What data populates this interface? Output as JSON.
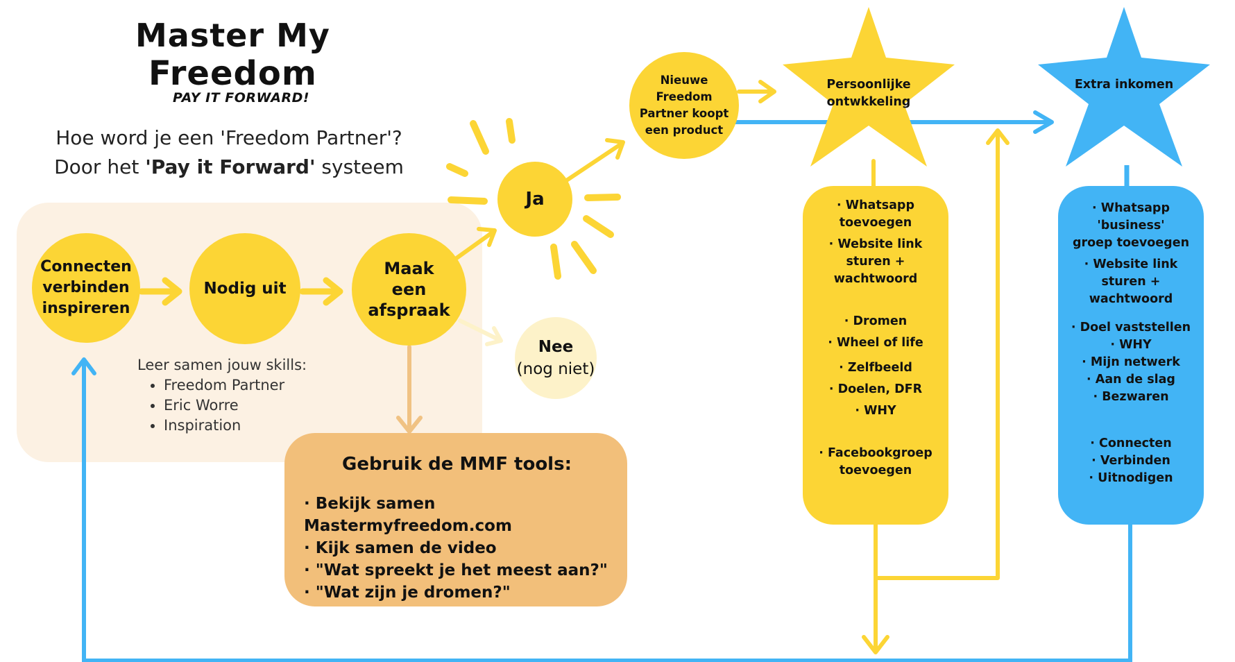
{
  "logo": {
    "line1": "Master My",
    "line2": "Freedom",
    "tagline": "PAY IT FORWARD!"
  },
  "headline": {
    "line1": "Hoe word je een 'Freedom Partner'?",
    "line2_pre": "Door het ",
    "line2_bold": "'Pay it Forward'",
    "line2_post": " systeem"
  },
  "nodes": {
    "connect": [
      "Connecten",
      "verbinden",
      "inspireren"
    ],
    "invite": "Nodig uit",
    "appointment": [
      "Maak",
      "een",
      "afspraak"
    ],
    "yes": "Ja",
    "no": "Nee",
    "no_sub": "(nog niet)",
    "new_partner": [
      "Nieuwe",
      "Freedom",
      "Partner koopt",
      "een product"
    ],
    "personal": [
      "Persoonlijke",
      "ontwkkeling"
    ],
    "extra": "Extra inkomen"
  },
  "skills": {
    "title": "Leer samen jouw skills:",
    "items": [
      "Freedom Partner",
      "Eric Worre",
      "Inspiration"
    ]
  },
  "tools": {
    "title": "Gebruik de MMF tools:",
    "items": [
      "Bekijk samen Mastermyfreedom.com",
      "Kijk samen de video",
      "\"Wat spreekt je het meest aan?\"",
      "\"Wat zijn je dromen?\""
    ]
  },
  "yellow_list": {
    "group1": [
      "Whatsapp",
      "toevoegen"
    ],
    "group2": [
      "Website link",
      "sturen +",
      "wachtwoord"
    ],
    "group3": [
      "Dromen",
      "Wheel of life",
      "Zelfbeeld",
      "Doelen, DFR",
      "WHY"
    ],
    "group4": [
      "Facebookgroep",
      "toevoegen"
    ]
  },
  "blue_list": {
    "group1": [
      "Whatsapp",
      "'business'",
      "groep toevoegen"
    ],
    "group2": [
      "Website link",
      "sturen +",
      "wachtwoord"
    ],
    "group3": [
      "Doel vaststellen",
      "WHY",
      "Mijn netwerk",
      "Aan de slag",
      "Bezwaren"
    ],
    "group4": [
      "Connecten",
      "Verbinden",
      "Uitnodigen"
    ]
  },
  "colors": {
    "yellow": "#fcd535",
    "blue": "#42b4f5",
    "peach": "#fcf1e3",
    "orange": "#f2bf7a",
    "pale": "#fdf2c9",
    "arrow_orange": "#f0c283"
  }
}
